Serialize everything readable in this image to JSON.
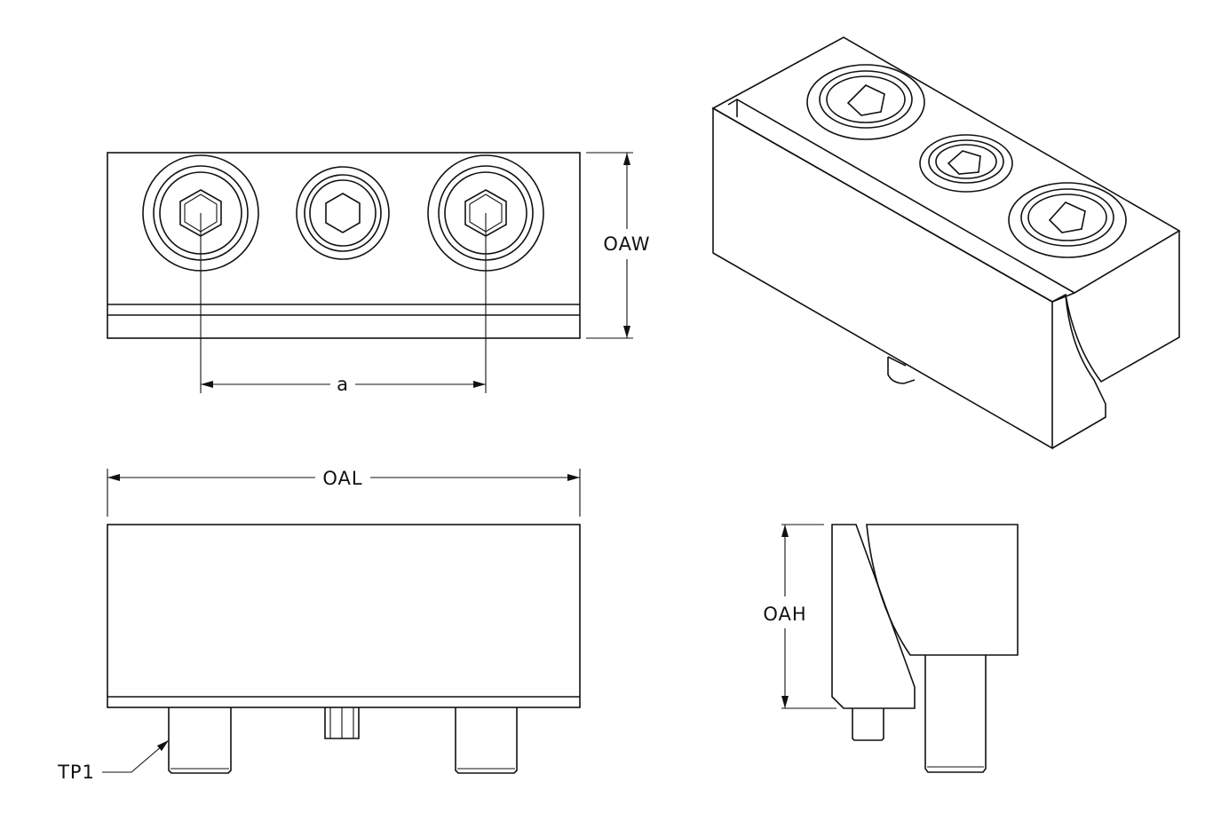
{
  "drawing": {
    "dimensions": {
      "overall_width": "OAW",
      "bolt_spacing": "a",
      "overall_length": "OAL",
      "thread_pin": "TP1",
      "overall_height": "OAH"
    },
    "line_color": "#111111"
  }
}
